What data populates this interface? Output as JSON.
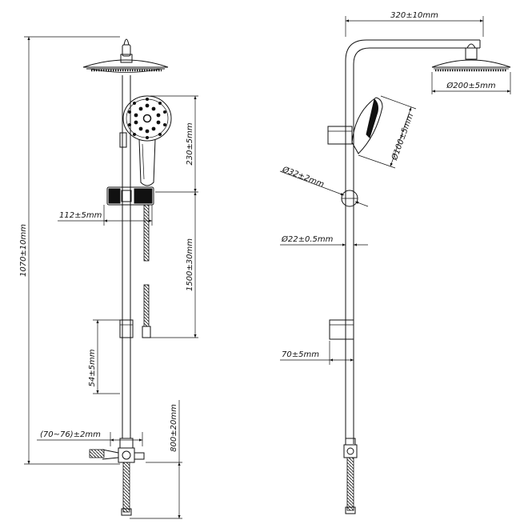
{
  "front_view": {
    "dimensions": {
      "total_height": "1070±10mm",
      "handshower_length": "230±5mm",
      "hose_length": "1500±30mm",
      "holder_offset": "112±5mm",
      "slide_rail": "54±5mm",
      "inlet_spacing": "(70~76)±2mm",
      "inlet_height": "800±20mm"
    }
  },
  "side_view": {
    "dimensions": {
      "arm_reach": "320±10mm",
      "overhead_diameter": "Ø200±5mm",
      "handshower_diameter": "Ø100±5mm",
      "riser_top_diameter": "Ø32±2mm",
      "riser_diameter": "Ø22±0.5mm",
      "bracket_offset": "70±5mm"
    }
  }
}
